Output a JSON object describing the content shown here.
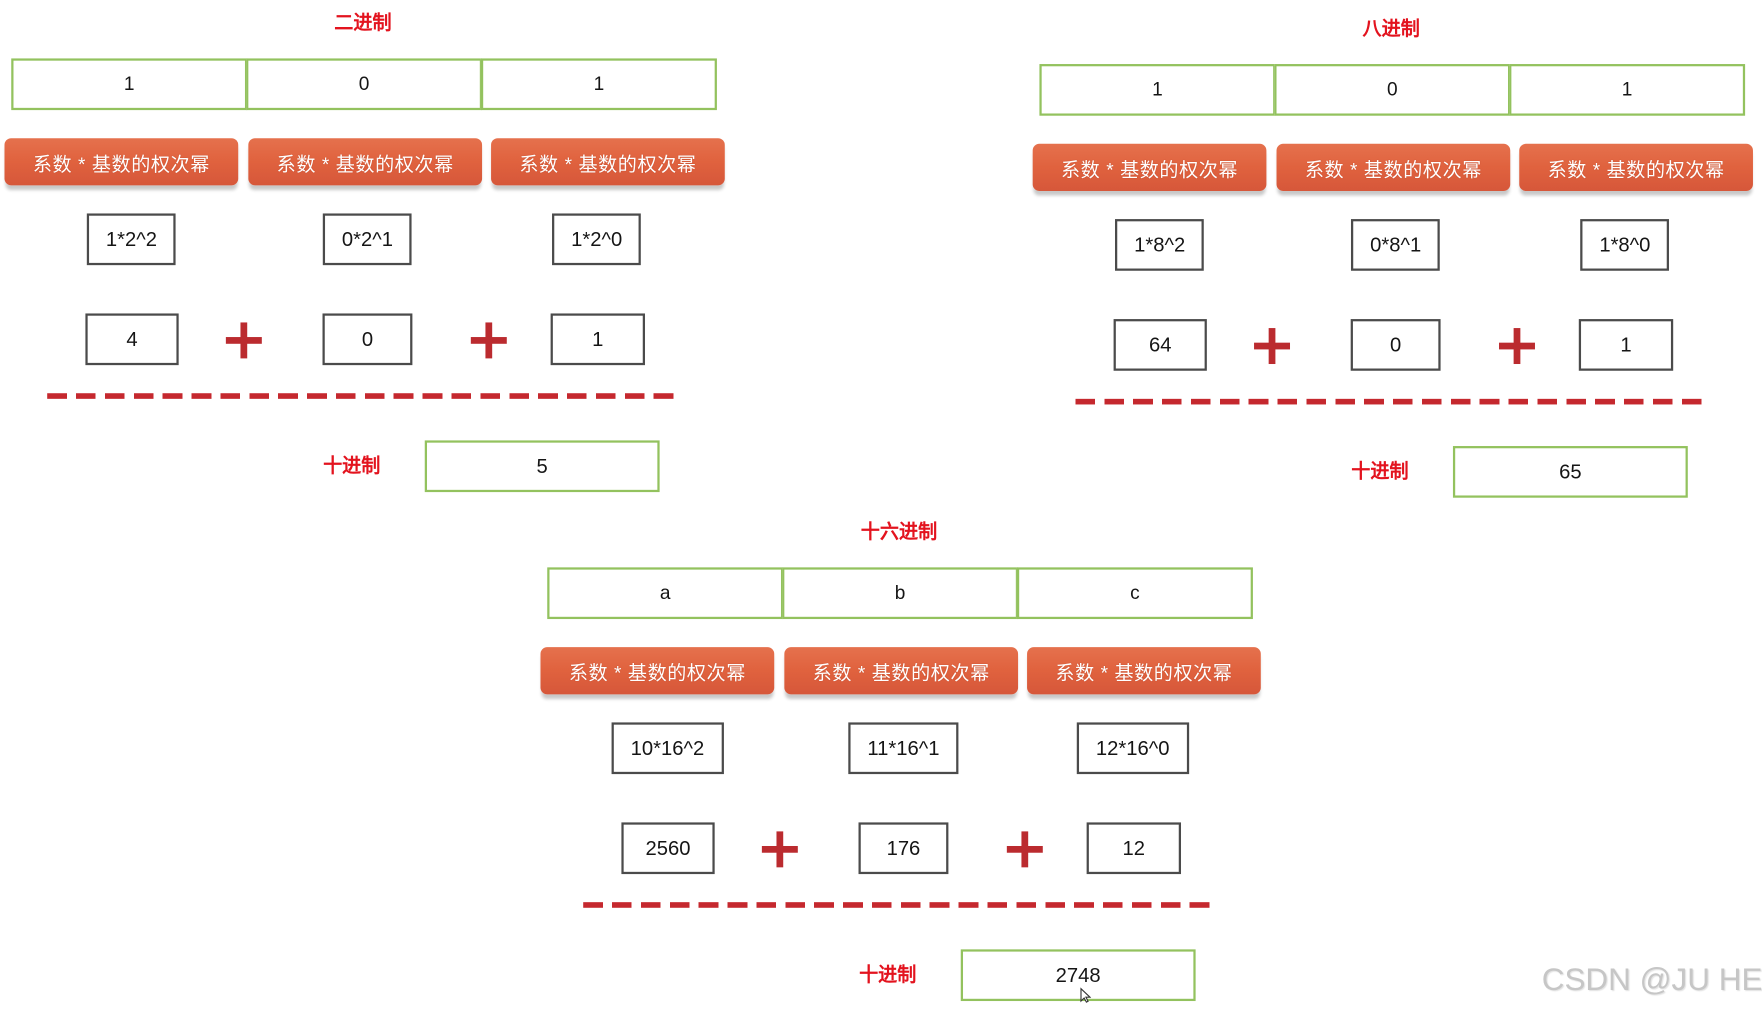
{
  "panels": [
    {
      "title": "二进制",
      "digits": [
        "1",
        "0",
        "1"
      ],
      "term_labels": [
        "系数 * 基数的权次幂",
        "系数 * 基数的权次幂",
        "系数 * 基数的权次幂"
      ],
      "terms": [
        "1*2^2",
        "0*2^1",
        "1*2^0"
      ],
      "term_values": [
        "4",
        "0",
        "1"
      ],
      "result_label": "十进制",
      "result": "5"
    },
    {
      "title": "八进制",
      "digits": [
        "1",
        "0",
        "1"
      ],
      "term_labels": [
        "系数 * 基数的权次幂",
        "系数 * 基数的权次幂",
        "系数 * 基数的权次幂"
      ],
      "terms": [
        "1*8^2",
        "0*8^1",
        "1*8^0"
      ],
      "term_values": [
        "64",
        "0",
        "1"
      ],
      "result_label": "十进制",
      "result": "65"
    },
    {
      "title": "十六进制",
      "digits": [
        "a",
        "b",
        "c"
      ],
      "term_labels": [
        "系数 * 基数的权次幂",
        "系数 * 基数的权次幂",
        "系数 * 基数的权次幂"
      ],
      "terms": [
        "10*16^2",
        "11*16^1",
        "12*16^0"
      ],
      "term_values": [
        "2560",
        "176",
        "12"
      ],
      "result_label": "十进制",
      "result": "2748"
    }
  ],
  "watermark": "CSDN @JU HE",
  "icons": {
    "operator": "plus-icon",
    "pointer": "cursor-icon"
  },
  "colors": {
    "title_red": "#e3131e",
    "cell_border": "#93c25e",
    "label_fill": "#e0623e",
    "box_border": "#4b4b4b",
    "operator_red": "#bb2b2f",
    "divider_red": "#c5282e",
    "watermark": "#c6c6c6"
  }
}
